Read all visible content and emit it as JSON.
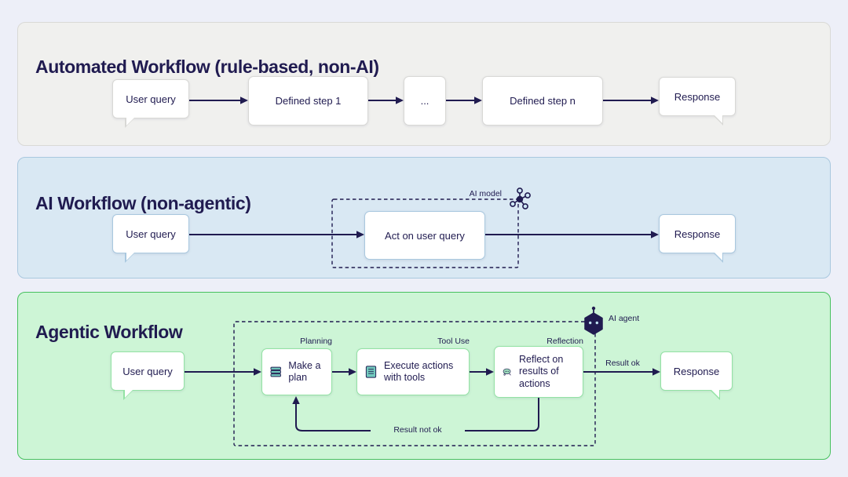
{
  "colors": {
    "navy": "#201b50",
    "page_bg": "#edeff8",
    "panel1_bg": "#f0f0ee",
    "panel1_border": "#d9d9d6",
    "panel2_bg": "#d9e8f3",
    "panel2_border": "#a9c8df",
    "panel3_bg": "#cdf5d6",
    "panel3_border": "#47c15e",
    "icon_teal": "#72cabe",
    "icon_mint": "#9fdfbd",
    "icon_light_blue": "#cfe8f5"
  },
  "panels": [
    {
      "title": "Automated Workflow (rule-based, non-AI)",
      "nodes": {
        "user_query": "User query",
        "step1": "Defined step 1",
        "ellipsis": "...",
        "step_n": "Defined step n",
        "response": "Response"
      }
    },
    {
      "title": "AI Workflow (non-agentic)",
      "model_label": "AI model",
      "nodes": {
        "user_query": "User query",
        "act": "Act on user query",
        "response": "Response"
      }
    },
    {
      "title": "Agentic Workflow",
      "agent_label": "AI agent",
      "tags": {
        "planning": "Planning",
        "tool_use": "Tool Use",
        "reflection": "Reflection"
      },
      "nodes": {
        "user_query": "User query",
        "plan": "Make a plan",
        "execute": "Execute actions with tools",
        "reflect": "Reflect on results of actions",
        "response": "Response"
      },
      "edges": {
        "ok": "Result ok",
        "not_ok": "Result not ok"
      }
    }
  ]
}
